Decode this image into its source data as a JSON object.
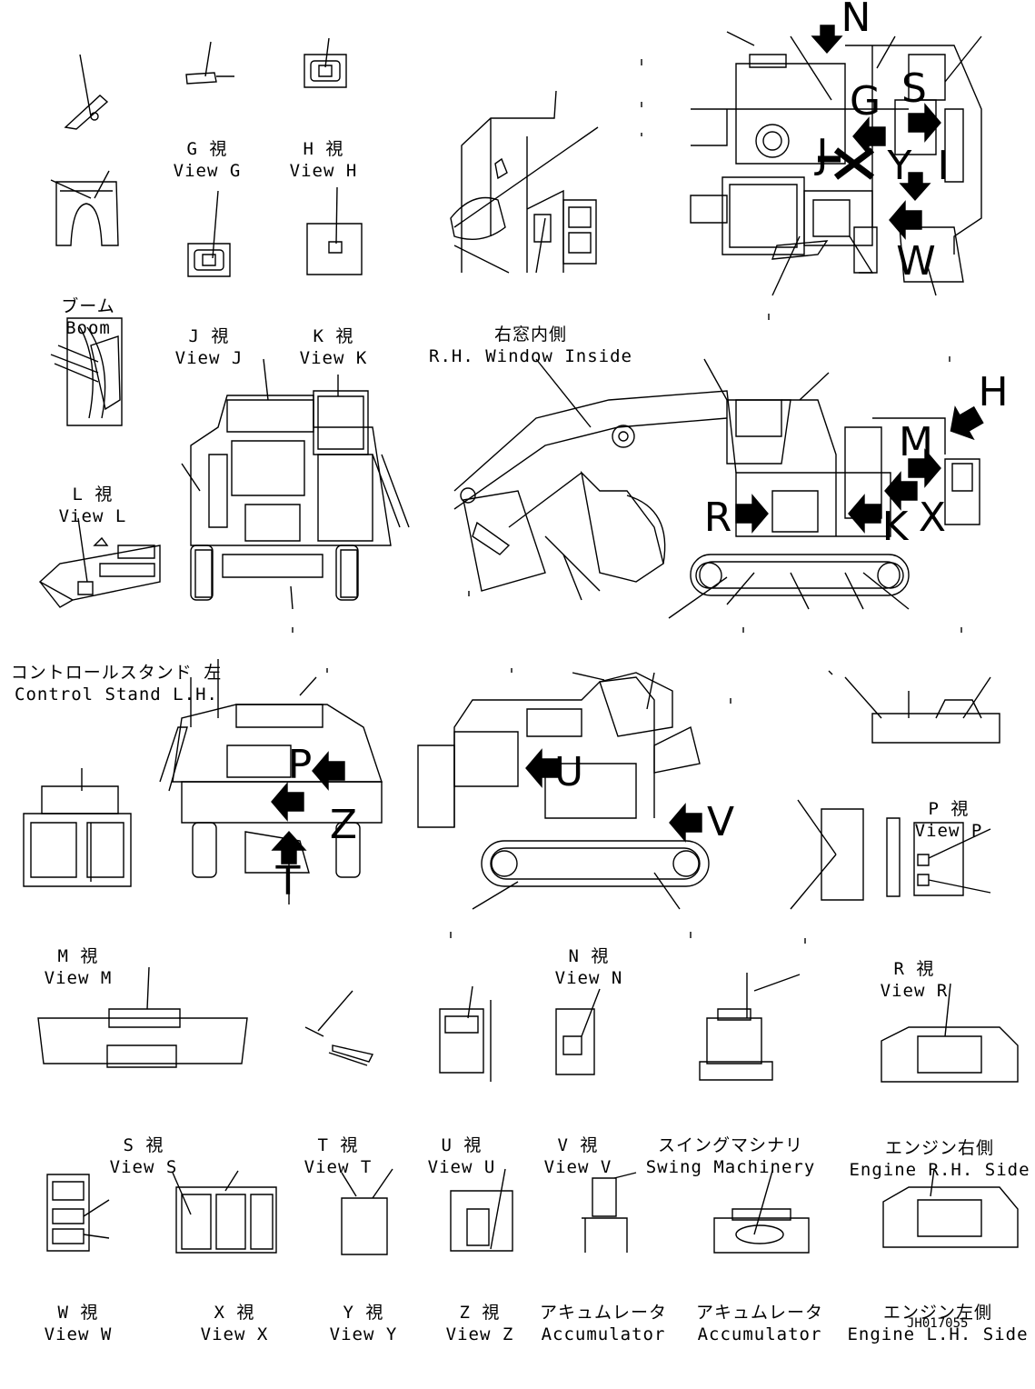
{
  "drawing_code": "JH017055",
  "views": [
    {
      "id": "g",
      "jp": "G 視",
      "en": "View G"
    },
    {
      "id": "h",
      "jp": "H 視",
      "en": "View H"
    },
    {
      "id": "boom",
      "jp": "ブーム",
      "en": "Boom"
    },
    {
      "id": "j",
      "jp": "J 視",
      "en": "View J"
    },
    {
      "id": "k",
      "jp": "K 視",
      "en": "View K"
    },
    {
      "id": "rhwin",
      "jp": "右窓内側",
      "en": "R.H. Window Inside"
    },
    {
      "id": "l",
      "jp": "L 視",
      "en": "View L"
    },
    {
      "id": "cs",
      "jp": "コントロールスタンド 左",
      "en": "Control Stand L.H."
    },
    {
      "id": "p",
      "jp": "P 視",
      "en": "View P"
    },
    {
      "id": "m",
      "jp": "M 視",
      "en": "View M"
    },
    {
      "id": "n",
      "jp": "N 視",
      "en": "View N"
    },
    {
      "id": "r",
      "jp": "R 視",
      "en": "View R"
    },
    {
      "id": "s",
      "jp": "S 視",
      "en": "View S"
    },
    {
      "id": "t",
      "jp": "T 視",
      "en": "View T"
    },
    {
      "id": "u",
      "jp": "U 視",
      "en": "View U"
    },
    {
      "id": "v",
      "jp": "V 視",
      "en": "View V"
    },
    {
      "id": "swing",
      "jp": "スイングマシナリ",
      "en": "Swing Machinery"
    },
    {
      "id": "engrh",
      "jp": "エンジン右側",
      "en": "Engine R.H. Side"
    },
    {
      "id": "w",
      "jp": "W 視",
      "en": "View W"
    },
    {
      "id": "x",
      "jp": "X 視",
      "en": "View X"
    },
    {
      "id": "y",
      "jp": "Y 視",
      "en": "View Y"
    },
    {
      "id": "z",
      "jp": "Z 視",
      "en": "View Z"
    },
    {
      "id": "acc1",
      "jp": "アキュムレータ",
      "en": "Accumulator"
    },
    {
      "id": "acc2",
      "jp": "アキュムレータ",
      "en": "Accumulator"
    },
    {
      "id": "englh",
      "jp": "エンジン左側",
      "en": "Engine L.H. Side"
    }
  ],
  "view_letters": {
    "top": [
      "N",
      "G",
      "S",
      "J",
      "Y",
      "I",
      "W"
    ],
    "side": [
      "H",
      "M",
      "R",
      "X",
      "K"
    ],
    "rear": [
      "P",
      "Z",
      "T"
    ],
    "left": [
      "U",
      "V"
    ]
  }
}
